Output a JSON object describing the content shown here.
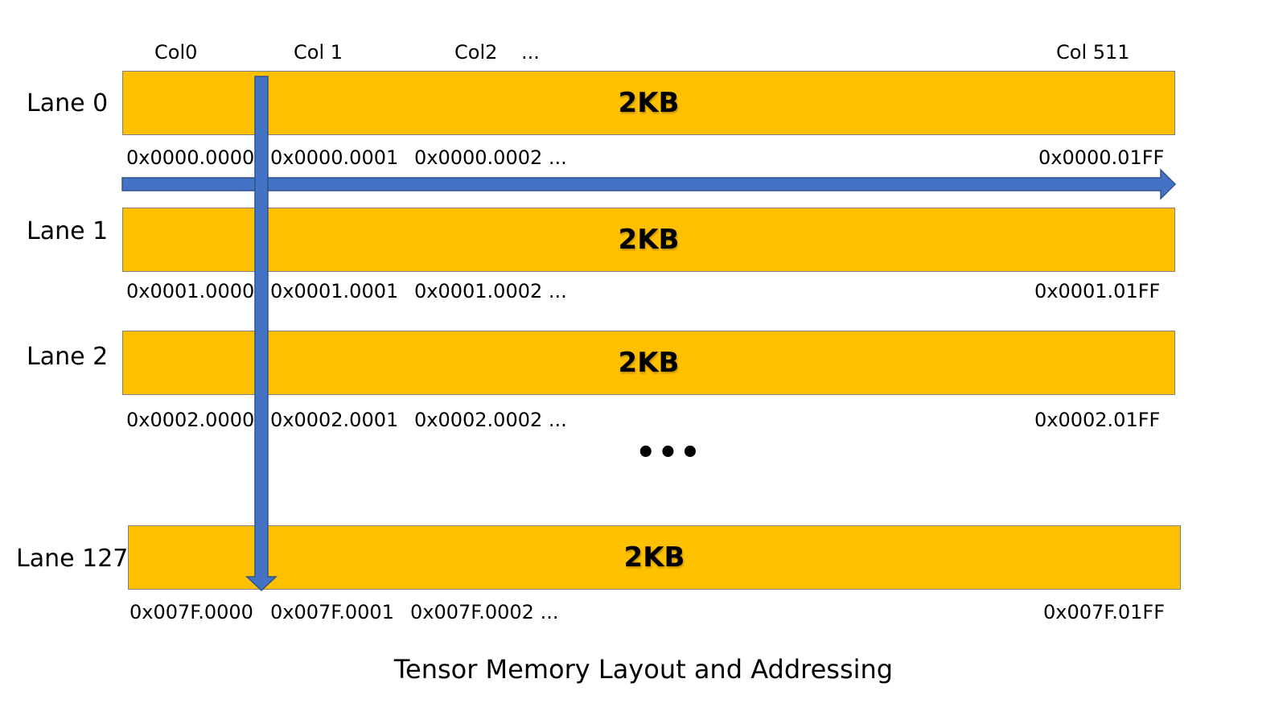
{
  "columns": [
    "Col0",
    "Col 1",
    "Col2",
    "...",
    "Col 511"
  ],
  "lanes": [
    {
      "label": "Lane 0",
      "size": "2KB",
      "addresses": [
        "0x0000.0000",
        "0x0000.0001",
        "0x0000.0002 ...",
        "0x0000.01FF"
      ]
    },
    {
      "label": "Lane 1",
      "size": "2KB",
      "addresses": [
        "0x0001.0000",
        "0x0001.0001",
        "0x0001.0002 ...",
        "0x0001.01FF"
      ]
    },
    {
      "label": "Lane 2",
      "size": "2KB",
      "addresses": [
        "0x0002.0000",
        "0x0002.0001",
        "0x0002.0002 ...",
        "0x0002.01FF"
      ]
    },
    {
      "label": "Lane 127",
      "size": "2KB",
      "addresses": [
        "0x007F.0000",
        "0x007F.0001",
        "0x007F.0002 ...",
        "0x007F.01FF"
      ]
    }
  ],
  "ellipsis": "•••",
  "caption": "Tensor Memory Layout and Addressing",
  "colors": {
    "bar_fill": "#FFC000",
    "bar_border": "#7f7f7f",
    "arrow_fill": "#4472C4",
    "arrow_stroke": "#2F528F"
  }
}
